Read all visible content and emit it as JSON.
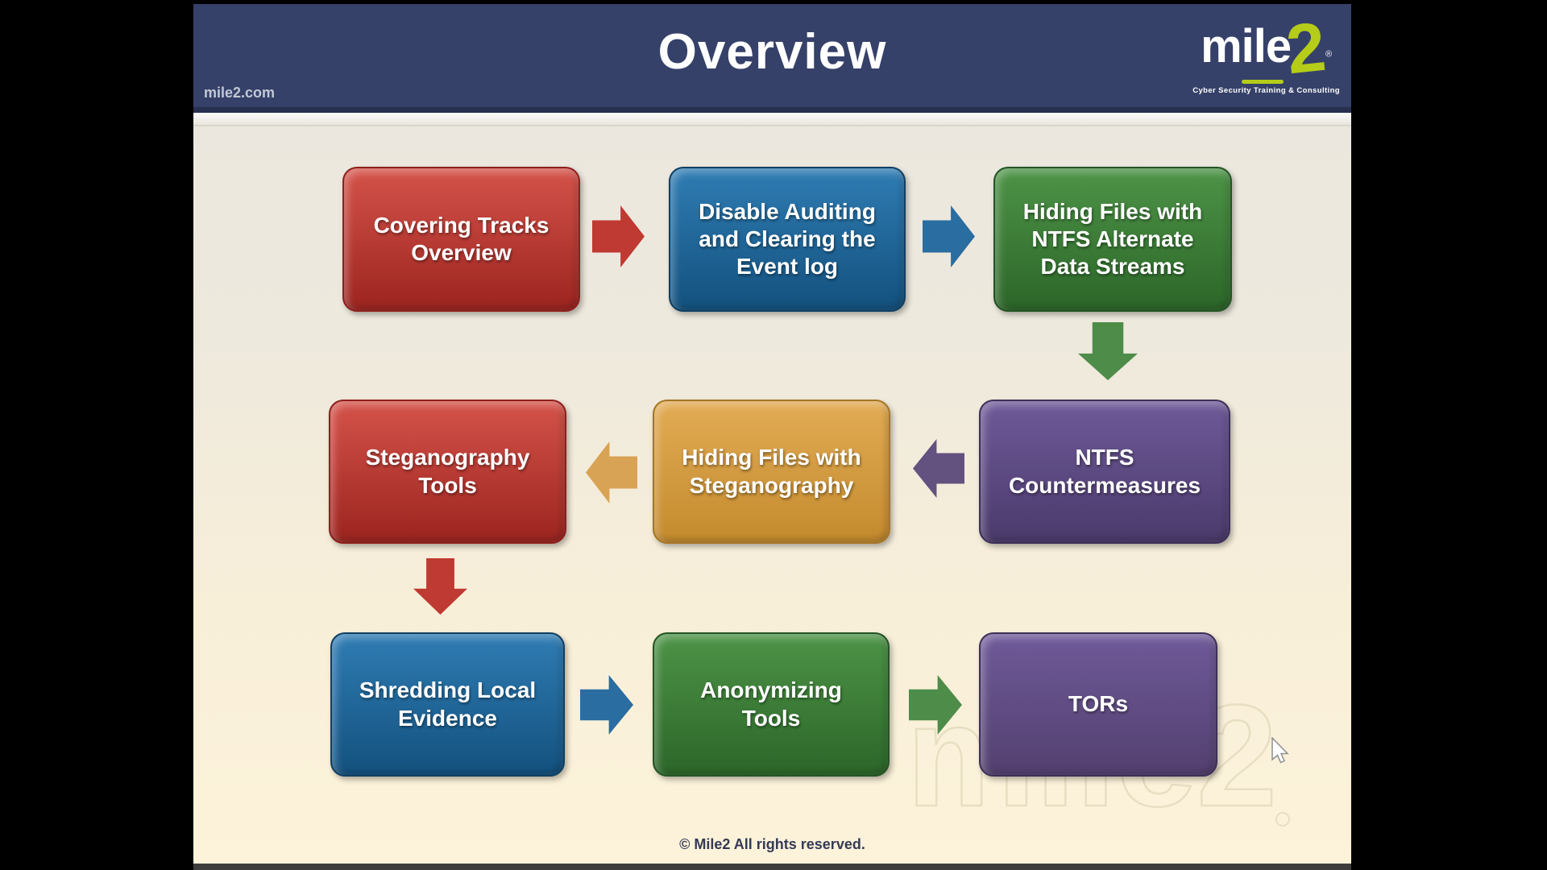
{
  "header": {
    "title": "Overview",
    "site_label": "mile2.com",
    "logo": {
      "word": "mile",
      "digit": "2",
      "registered": "®",
      "tagline": "Cyber Security Training & Consulting"
    }
  },
  "diagram": {
    "boxes": [
      {
        "id": "covering-tracks-overview",
        "label": "Covering Tracks\nOverview",
        "color_top": "#d4534a",
        "color_bottom": "#9c241f",
        "border": "#8e1f1c"
      },
      {
        "id": "disable-auditing-clearing-event-log",
        "label": "Disable Auditing\nand Clearing the\nEvent log",
        "color_top": "#2f7cb3",
        "color_bottom": "#13517e",
        "border": "#0f3f63"
      },
      {
        "id": "hiding-files-ntfs-ads",
        "label": "Hiding Files with\nNTFS Alternate\nData Streams",
        "color_top": "#4d9347",
        "color_bottom": "#2c6629",
        "border": "#235423"
      },
      {
        "id": "ntfs-countermeasures",
        "label": "NTFS\nCountermeasures",
        "color_top": "#6f5a99",
        "color_bottom": "#4a3a6b",
        "border": "#3c2f58"
      },
      {
        "id": "hiding-files-steganography",
        "label": "Hiding Files with\nSteganography",
        "color_top": "#e2ac55",
        "color_bottom": "#c48a2d",
        "border": "#a67524"
      },
      {
        "id": "steganography-tools",
        "label": "Steganography\nTools",
        "color_top": "#d4534a",
        "color_bottom": "#9c241f",
        "border": "#8e1f1c"
      },
      {
        "id": "shredding-local-evidence",
        "label": "Shredding Local\nEvidence",
        "color_top": "#2f7cb3",
        "color_bottom": "#13517e",
        "border": "#0f3f63"
      },
      {
        "id": "anonymizing-tools",
        "label": "Anonymizing\nTools",
        "color_top": "#4d9347",
        "color_bottom": "#2c6629",
        "border": "#235423"
      },
      {
        "id": "tors",
        "label": "TORs",
        "color_top": "#6f5a99",
        "color_bottom": "#53406f",
        "border": "#3c2f58"
      }
    ],
    "arrows": [
      {
        "id": "arrow-covering-to-disable",
        "direction": "right",
        "color": "#bf3a32"
      },
      {
        "id": "arrow-disable-to-hiding-ntfs",
        "direction": "right",
        "color": "#2a6da0"
      },
      {
        "id": "arrow-hiding-ntfs-to-countermeasures",
        "direction": "down",
        "color": "#4d8c49"
      },
      {
        "id": "arrow-countermeasures-to-steganography",
        "direction": "left",
        "color": "#63517f"
      },
      {
        "id": "arrow-steganography-to-tools",
        "direction": "left",
        "color": "#d9a355"
      },
      {
        "id": "arrow-tools-to-shredding",
        "direction": "down",
        "color": "#bf3a32"
      },
      {
        "id": "arrow-shredding-to-anonymizing",
        "direction": "right",
        "color": "#2a6da0"
      },
      {
        "id": "arrow-anonymizing-to-tors",
        "direction": "right",
        "color": "#4d8c49"
      }
    ]
  },
  "watermark": {
    "text": "mile2"
  },
  "footer": {
    "copyright": "© Mile2 All rights reserved."
  },
  "colors": {
    "header_navy": "#364169",
    "header_underline": "#27304f",
    "slide_bg_top": "#e9e6df",
    "slide_bg_bottom": "#fdf3da",
    "brand_lime": "#b5cd18",
    "footer_text": "#353a55"
  }
}
